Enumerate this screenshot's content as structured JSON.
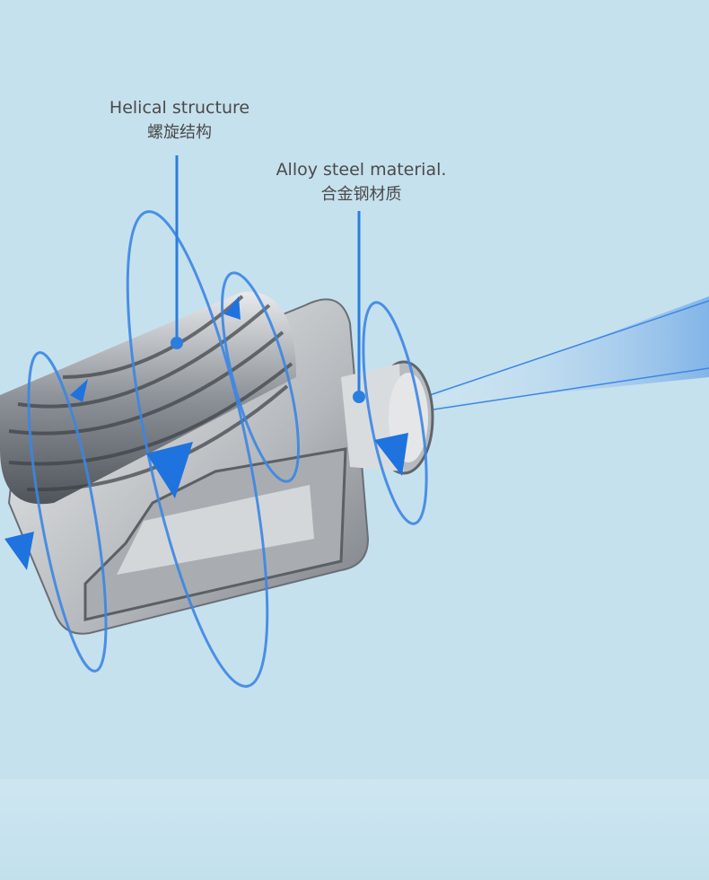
{
  "annotations": [
    {
      "en": "Helical structure",
      "cn": "螺旋结构"
    },
    {
      "en": "Alloy steel material.",
      "cn": "合金钢材质"
    }
  ],
  "colors": {
    "background": "#c6e1ee",
    "accent": "#2a7ee0",
    "text": "#4a4a4a",
    "metal": "#9aa0a6"
  }
}
